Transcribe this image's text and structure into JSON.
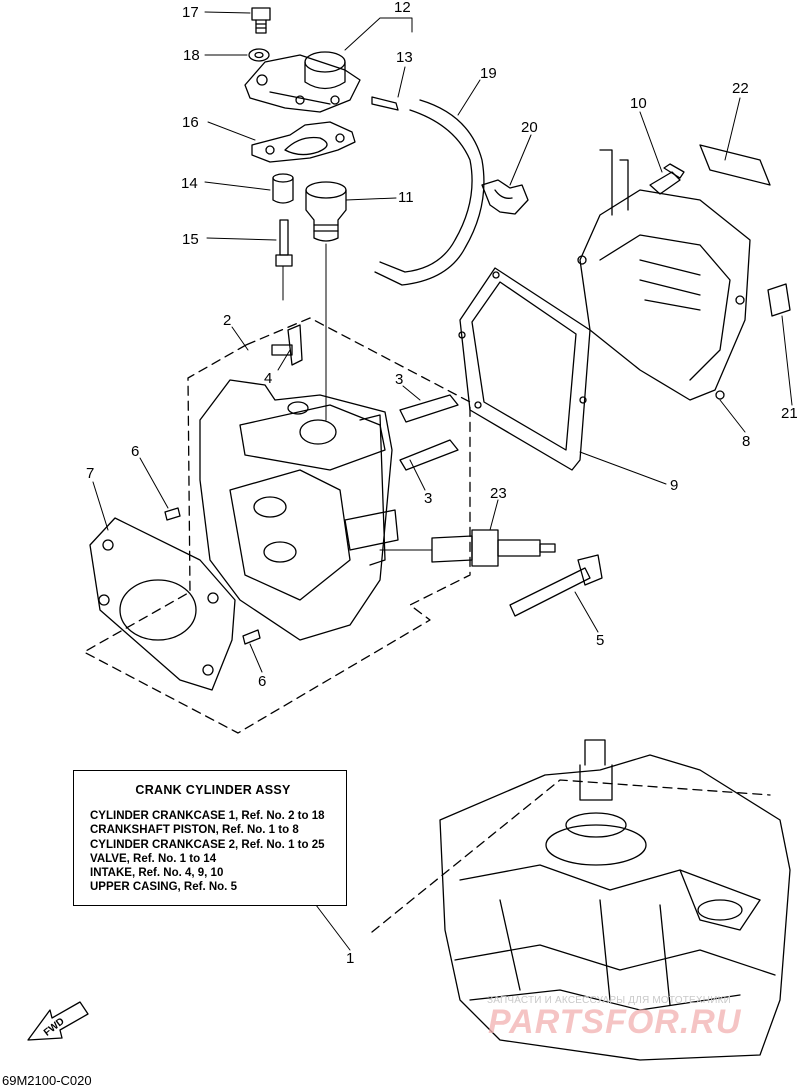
{
  "diagram": {
    "code": "69M2100-C020",
    "fwd_label": "FWD",
    "callouts": [
      "17",
      "12",
      "18",
      "13",
      "19",
      "16",
      "20",
      "10",
      "22",
      "14",
      "11",
      "15",
      "2",
      "4",
      "3",
      "6",
      "7",
      "8",
      "21",
      "9",
      "23",
      "5",
      "6",
      "1",
      "3"
    ]
  },
  "assy_box": {
    "title": "CRANK  CYLINDER ASSY",
    "lines": [
      "CYLINDER CRANKCASE 1,  Ref. No. 2 to 18",
      "CRANKSHAFT PISTON,  Ref. No. 1 to 8",
      "CYLINDER CRANKCASE 2,  Ref. No. 1 to 25",
      "VALVE,  Ref. No. 1 to 14",
      "INTAKE,  Ref. No. 4, 9, 10",
      "UPPER CASING,  Ref. No. 5"
    ]
  },
  "watermark": {
    "sub": "ЗАПЧАСТИ И АКСЕССУАРЫ ДЛЯ МОТОТЕХНИКИ",
    "main": "PARTSFOR.RU"
  }
}
